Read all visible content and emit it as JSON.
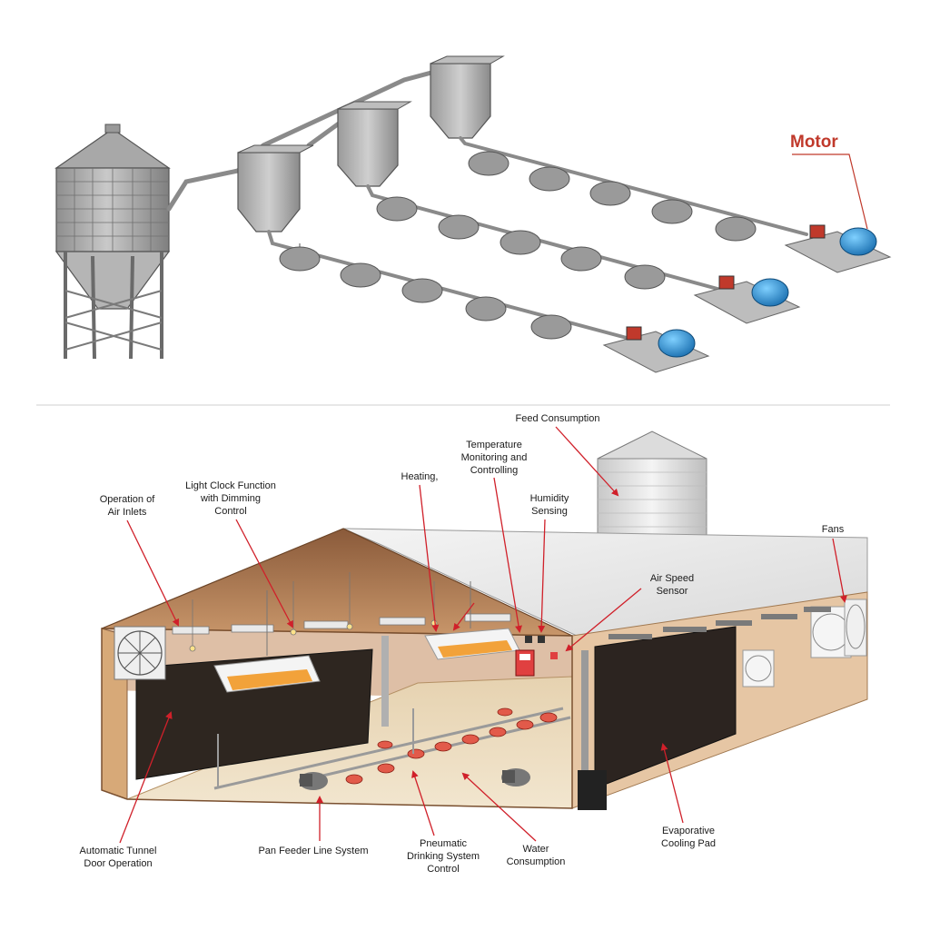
{
  "top_diagram": {
    "motor_label": "Motor",
    "motor_label_color": "#c0392b"
  },
  "house_diagram": {
    "labels": {
      "feed_consumption": "Feed Consumption",
      "temperature_line1": "Temperature",
      "temperature_line2": "Monitoring and",
      "temperature_line3": "Controlling",
      "heating": "Heating,",
      "light_line1": "Light Clock Function",
      "light_line2": "with Dimming",
      "light_line3": "Control",
      "air_inlets_line1": "Operation of",
      "air_inlets_line2": "Air Inlets",
      "humidity_line1": "Humidity",
      "humidity_line2": "Sensing",
      "fans": "Fans",
      "air_speed_line1": "Air Speed",
      "air_speed_line2": "Sensor",
      "tunnel_line1": "Automatic Tunnel",
      "tunnel_line2": "Door Operation",
      "pan_feeder": "Pan Feeder Line System",
      "pneumatic_line1": "Pneumatic",
      "pneumatic_line2": "Drinking System",
      "pneumatic_line3": "Control",
      "water_line1": "Water",
      "water_line2": "Consumption",
      "cooling_line1": "Evaporative",
      "cooling_line2": "Cooling Pad"
    },
    "arrow_color": "#d0202a"
  }
}
